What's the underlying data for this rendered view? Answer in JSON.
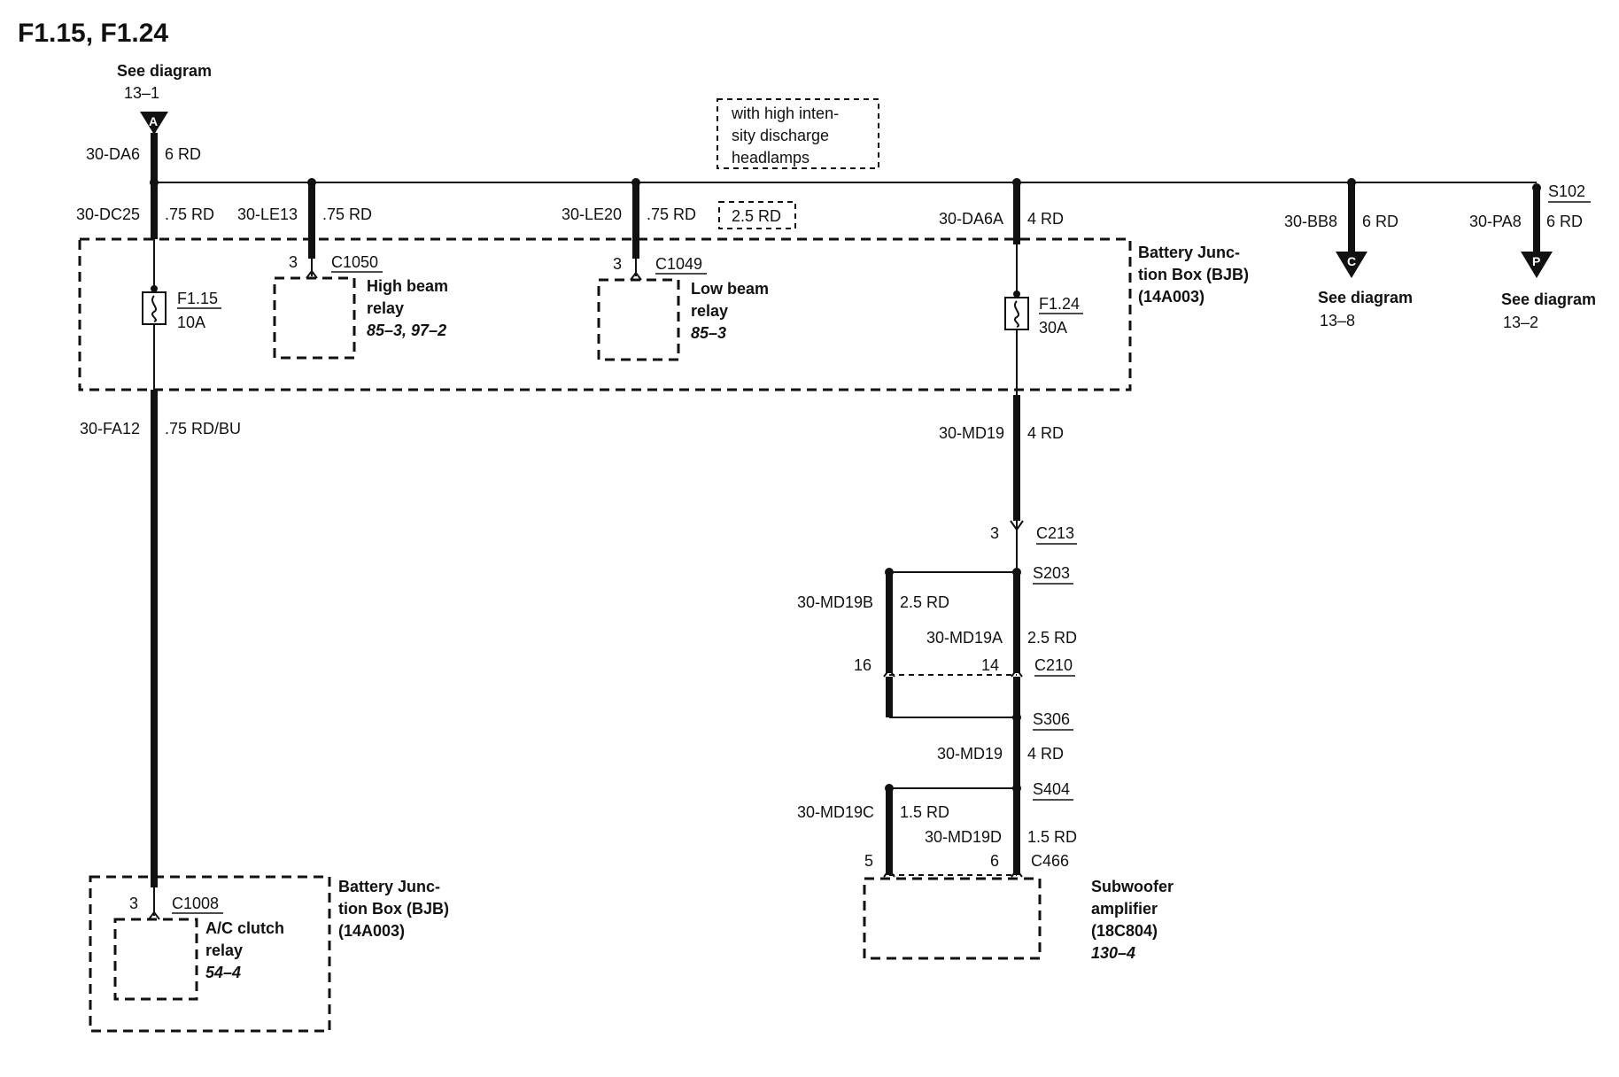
{
  "title": "F1.15, F1.24",
  "source_top": {
    "see": "See diagram",
    "ref": "13–1",
    "marker": "A"
  },
  "hid_note": {
    "line1": "with high inten-",
    "line2": "sity discharge",
    "line3": "headlamps"
  },
  "wires": {
    "da6": {
      "circuit": "30-DA6",
      "spec": "6 RD"
    },
    "dc25": {
      "circuit": "30-DC25",
      "spec": ".75 RD"
    },
    "le13": {
      "circuit": "30-LE13",
      "spec": ".75 RD"
    },
    "le20": {
      "circuit": "30-LE20",
      "spec": ".75 RD",
      "alt_spec": "2.5 RD"
    },
    "da6a": {
      "circuit": "30-DA6A",
      "spec": "4 RD"
    },
    "bb8": {
      "circuit": "30-BB8",
      "spec": "6 RD"
    },
    "pa8": {
      "circuit": "30-PA8",
      "spec": "6 RD"
    },
    "fa12": {
      "circuit": "30-FA12",
      "spec": ".75 RD/BU"
    },
    "md19_upper": {
      "circuit": "30-MD19",
      "spec": "4 RD"
    },
    "md19b": {
      "circuit": "30-MD19B",
      "spec": "2.5 RD"
    },
    "md19a": {
      "circuit": "30-MD19A",
      "spec": "2.5 RD"
    },
    "md19_mid": {
      "circuit": "30-MD19",
      "spec": "4 RD"
    },
    "md19c": {
      "circuit": "30-MD19C",
      "spec": "1.5 RD"
    },
    "md19d": {
      "circuit": "30-MD19D",
      "spec": "1.5 RD"
    }
  },
  "splices": {
    "s102": "S102",
    "s203": "S203",
    "s306": "S306",
    "s404": "S404"
  },
  "bjb_top": {
    "line1": "Battery Junc-",
    "line2": "tion Box (BJB)",
    "line3": "(14A003)"
  },
  "fuses": {
    "f115": {
      "name": "F1.15",
      "rating": "10A"
    },
    "f124": {
      "name": "F1.24",
      "rating": "30A"
    }
  },
  "high_beam": {
    "pin": "3",
    "connector": "C1050",
    "line1": "High beam",
    "line2": "relay",
    "ref": "85–3, 97–2"
  },
  "low_beam": {
    "pin": "3",
    "connector": "C1049",
    "line1": "Low beam",
    "line2": "relay",
    "ref": "85–3"
  },
  "off_c": {
    "marker": "C",
    "see": "See diagram",
    "ref": "13–8"
  },
  "off_p": {
    "marker": "P",
    "see": "See diagram",
    "ref": "13–2"
  },
  "c213": {
    "pin": "3",
    "connector": "C213"
  },
  "c210": {
    "pin_left": "16",
    "pin_right": "14",
    "connector": "C210"
  },
  "c466": {
    "pin_left": "5",
    "pin_right": "6",
    "connector": "C466"
  },
  "bjb_bottom": {
    "line1": "Battery Junc-",
    "line2": "tion Box (BJB)",
    "line3": "(14A003)"
  },
  "ac_clutch": {
    "pin": "3",
    "connector": "C1008",
    "line1": "A/C clutch",
    "line2": "relay",
    "ref": "54–4"
  },
  "subwoofer": {
    "line1": "Subwoofer",
    "line2": "amplifier",
    "line3": "(18C804)",
    "ref": "130–4"
  }
}
